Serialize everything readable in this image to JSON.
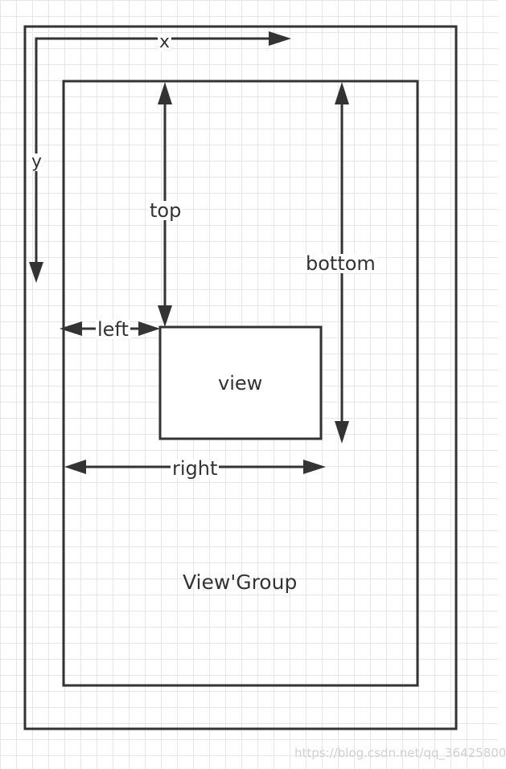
{
  "labels": {
    "x_axis": "x",
    "y_axis": "y",
    "top": "top",
    "bottom": "bottom",
    "left": "left",
    "right": "right",
    "view": "view",
    "viewgroup": "View'Group"
  },
  "watermark": "https://blog.csdn.net/qq_36425800",
  "colors": {
    "stroke": "#333333",
    "grid": "#e6e6e6",
    "background": "#ffffff"
  }
}
